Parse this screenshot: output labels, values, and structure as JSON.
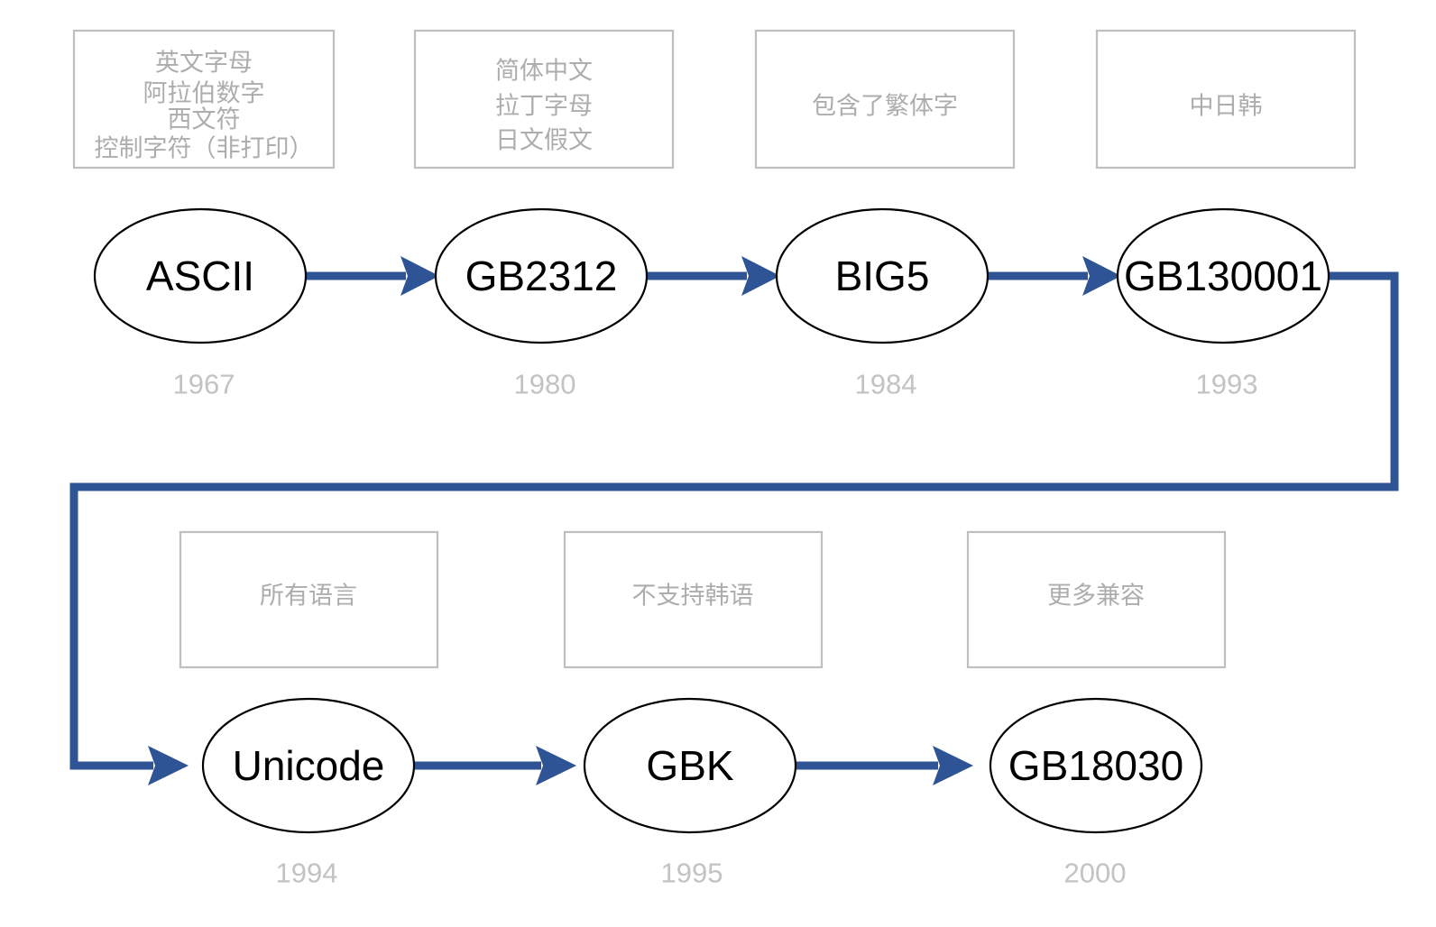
{
  "diagram": {
    "title": "Character encoding evolution timeline",
    "colors": {
      "arrow": "#2f5496",
      "node_stroke": "#000000",
      "node_fill": "#ffffff",
      "note_border": "#bfbfbf",
      "note_text": "#adadad",
      "year_text": "#c3c3c3",
      "background": "#ffffff"
    },
    "top_notes": [
      {
        "id": "note-ascii",
        "lines": [
          "英文字母",
          "阿拉伯数字",
          "西文符",
          "控制字符（非打印）"
        ]
      },
      {
        "id": "note-gb2312",
        "lines": [
          "简体中文",
          "拉丁字母",
          "日文假文"
        ]
      },
      {
        "id": "note-big5",
        "lines": [
          "包含了繁体字"
        ]
      },
      {
        "id": "note-gb130001",
        "lines": [
          "中日韩"
        ]
      }
    ],
    "bottom_notes": [
      {
        "id": "note-unicode",
        "lines": [
          "所有语言"
        ]
      },
      {
        "id": "note-gbk",
        "lines": [
          "不支持韩语"
        ]
      },
      {
        "id": "note-gb18030",
        "lines": [
          "更多兼容"
        ]
      }
    ],
    "top_nodes": [
      {
        "id": "node-ascii",
        "label": "ASCII",
        "year": "1967"
      },
      {
        "id": "node-gb2312",
        "label": "GB2312",
        "year": "1980"
      },
      {
        "id": "node-big5",
        "label": "BIG5",
        "year": "1984"
      },
      {
        "id": "node-gb130001",
        "label": "GB130001",
        "year": "1993"
      }
    ],
    "bottom_nodes": [
      {
        "id": "node-unicode",
        "label": "Unicode",
        "year": "1994"
      },
      {
        "id": "node-gbk",
        "label": "GBK",
        "year": "1995"
      },
      {
        "id": "node-gb18030",
        "label": "GB18030",
        "year": "2000"
      }
    ],
    "edges": [
      {
        "from": "ASCII",
        "to": "GB2312"
      },
      {
        "from": "GB2312",
        "to": "BIG5"
      },
      {
        "from": "BIG5",
        "to": "GB130001"
      },
      {
        "from": "GB130001",
        "to": "Unicode"
      },
      {
        "from": "Unicode",
        "to": "GBK"
      },
      {
        "from": "GBK",
        "to": "GB18030"
      }
    ]
  }
}
